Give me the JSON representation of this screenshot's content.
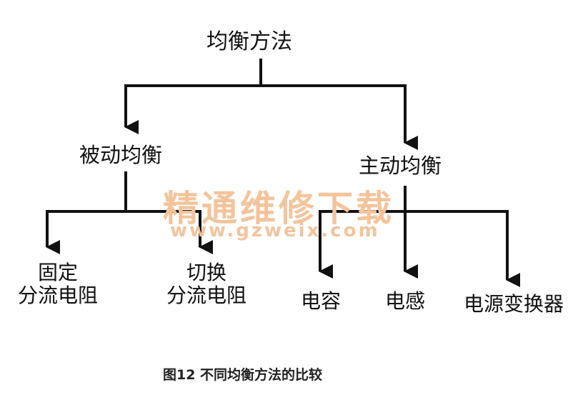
{
  "root": "均衡方法",
  "passive": {
    "label": "被动均衡",
    "children": [
      {
        "line1": "固定",
        "line2": "分流电阻"
      },
      {
        "line1": "切换",
        "line2": "分流电阻"
      }
    ]
  },
  "active": {
    "label": "主动均衡",
    "children": [
      "电容",
      "电感",
      "电源变换器"
    ]
  },
  "watermark": {
    "text_cn": "精通维修下载",
    "text_url": "www.gzweix.com",
    "color": "#f3c49c"
  },
  "caption": "图12 不同均衡方法的比较",
  "colors": {
    "line": "#111111",
    "text": "#111111"
  }
}
